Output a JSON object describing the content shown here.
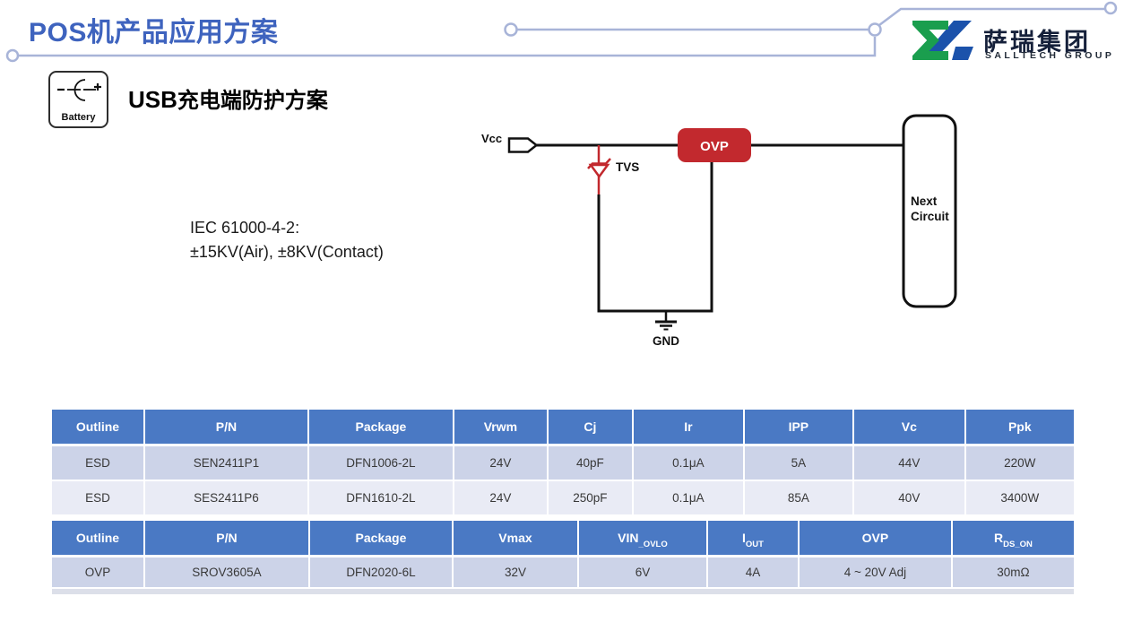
{
  "slide": {
    "title": "POS机产品应用方案"
  },
  "logo": {
    "company_cn": "萨瑞集团",
    "company_en": "SALLTECH GROUP"
  },
  "section": {
    "battery_label": "Battery",
    "title_prefix": "USB",
    "title_cn": "充电端防护方案"
  },
  "standard": {
    "line1": "IEC 61000-4-2:",
    "line2": "±15KV(Air), ±8KV(Contact)"
  },
  "circuit": {
    "vcc_label": "Vcc",
    "tvs_label": "TVS",
    "ovp_label": "OVP",
    "gnd_label": "GND",
    "next_circuit_line1": "Next",
    "next_circuit_line2": "Circuit"
  },
  "esd_table": {
    "headers": [
      "Outline",
      "P/N",
      "Package",
      "Vrwm",
      "Cj",
      "Ir",
      "IPP",
      "Vc",
      "Ppk"
    ],
    "rows": [
      [
        "ESD",
        "SEN2411P1",
        "DFN1006-2L",
        "24V",
        "40pF",
        "0.1μA",
        "5A",
        "44V",
        "220W"
      ],
      [
        "ESD",
        "SES2411P6",
        "DFN1610-2L",
        "24V",
        "250pF",
        "0.1μA",
        "85A",
        "40V",
        "3400W"
      ]
    ]
  },
  "ovp_table": {
    "headers": [
      {
        "text": "Outline",
        "sub": ""
      },
      {
        "text": "P/N",
        "sub": ""
      },
      {
        "text": "Package",
        "sub": ""
      },
      {
        "text": "Vmax",
        "sub": ""
      },
      {
        "text": "VIN",
        "sub": "_OVLO"
      },
      {
        "text": "I",
        "sub": "OUT"
      },
      {
        "text": "OVP",
        "sub": ""
      },
      {
        "text": "R",
        "sub": "DS_ON"
      }
    ],
    "rows": [
      [
        "OVP",
        "SROV3605A",
        "DFN2020-6L",
        "32V",
        "6V",
        "4A",
        "4 ~ 20V Adj",
        "30mΩ"
      ]
    ]
  },
  "colors": {
    "title_blue": "#3e63be",
    "table_header_blue": "#4a79c4",
    "row_band_dark": "#ccd3e8",
    "row_band_light": "#e9ebf5",
    "accent_red": "#c2292e",
    "logo_green": "#1a9e4e",
    "logo_blue": "#1b52ab",
    "trace_blue": "#a8b4d8",
    "wire_black": "#111111"
  }
}
